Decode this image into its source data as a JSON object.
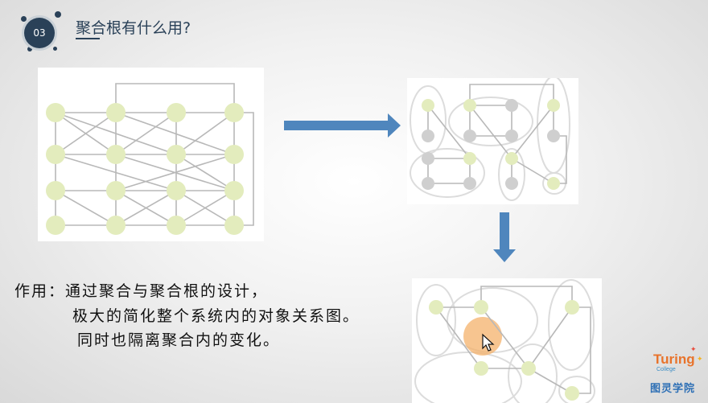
{
  "slide": {
    "number": "03",
    "title": "聚合根有什么用?"
  },
  "description": {
    "line1": "作用：通过聚合与聚合根的设计，",
    "line2": "极大的简化整个系统内的对象关系图。",
    "line3": "同时也隔离聚合内的变化。"
  },
  "logo": {
    "brand": "Turing",
    "sub": "College",
    "chinese": "图灵学院"
  },
  "colors": {
    "accent": "#2a4158",
    "node_green": "#e3ecbd",
    "node_gray": "#cfcfcf",
    "arrow_blue": "#4f86bd",
    "highlight_orange": "#f4b26b"
  },
  "icons": [
    "right-arrow-icon",
    "down-arrow-icon",
    "cursor-icon"
  ]
}
